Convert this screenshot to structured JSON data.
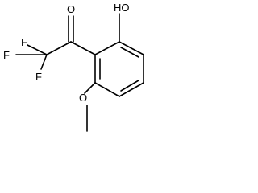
{
  "molecule": {
    "atom_labels": {
      "oxygen_carbonyl": "O",
      "hydroxyl": "HO",
      "fluorine_1": "F",
      "fluorine_2": "F",
      "fluorine_3": "F",
      "methoxy_oxygen": "O"
    },
    "colors": {
      "bond": "#000000",
      "label": "#000000",
      "background": "#ffffff"
    }
  }
}
